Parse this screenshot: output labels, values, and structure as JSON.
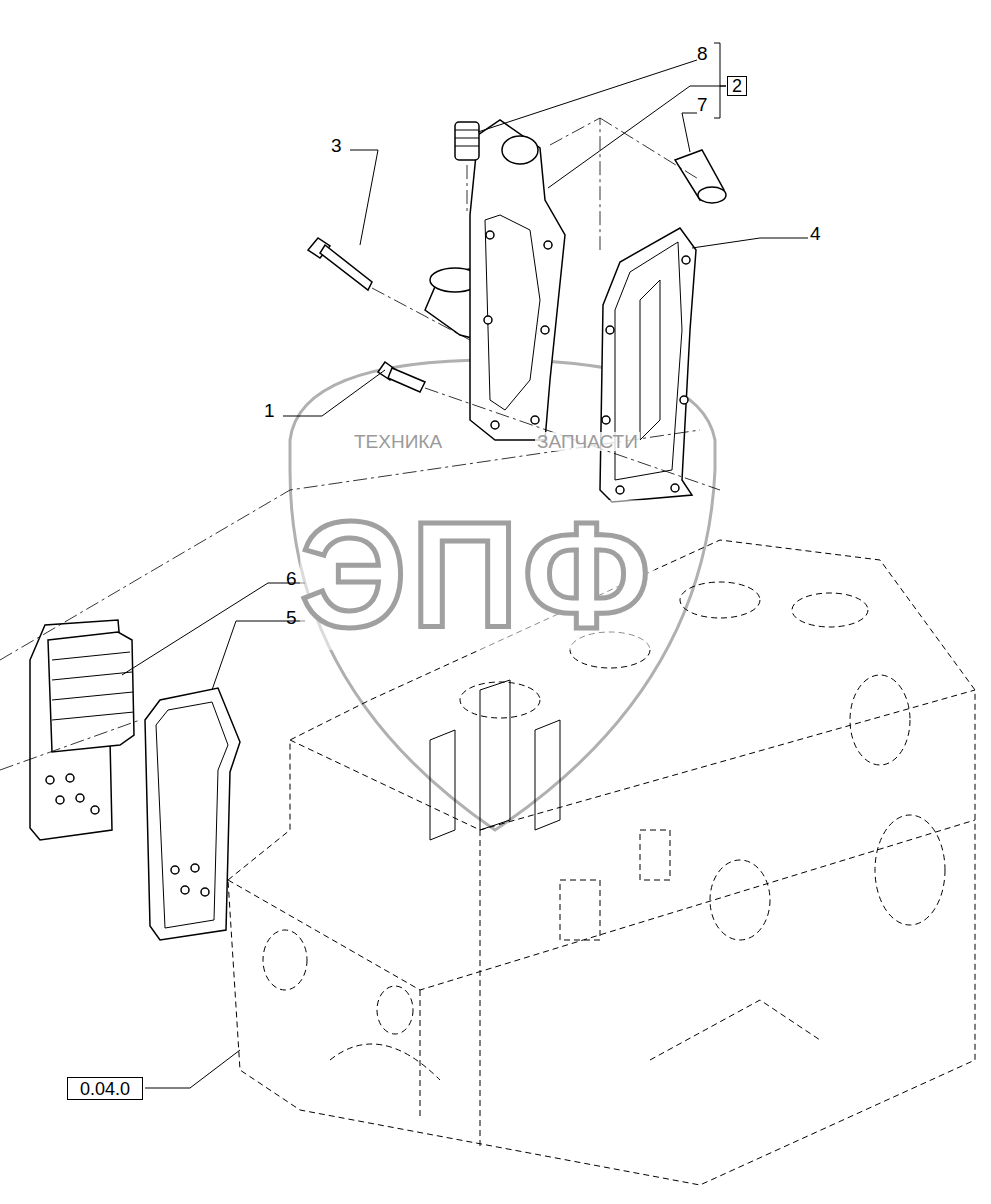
{
  "diagram": {
    "nodes": [
      {
        "text": [
          "2"
        ]
      },
      {
        "text": [
          "0.04.0"
        ]
      }
    ],
    "labels": [
      "8",
      "7",
      "3",
      "4",
      "1",
      "6",
      "5",
      "ТЕХНИКА",
      "ЗАПЧАСТИ",
      "ЭПФ"
    ]
  }
}
